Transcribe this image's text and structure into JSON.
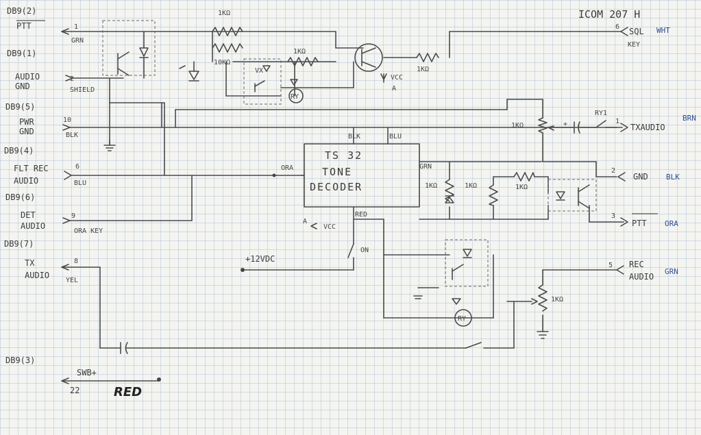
{
  "radio": {
    "title": "ICOM 207 H"
  },
  "colors": {
    "pencil": "#4a4a4a",
    "blue_ink": "#2f4f9a",
    "grid": "#9db4d8"
  },
  "left_pins": [
    {
      "conn": "DB9(2)",
      "signal": "PTT",
      "pin": "1",
      "wire": "GRN"
    },
    {
      "conn": "DB9(1)",
      "signal_top": "AUDIO",
      "signal_bottom": "GND",
      "pin": "2",
      "wire": "SHIELD"
    },
    {
      "conn": "DB9(5)",
      "signal_top": "PWR",
      "signal_bottom": "GND",
      "pin": "10",
      "wire": "BLK"
    },
    {
      "conn": "DB9(4)",
      "signal_top": "FLT REC",
      "signal_bottom": "AUDIO",
      "pin": "6",
      "wire": "BLU"
    },
    {
      "conn": "DB9(6)",
      "signal_top": "DET",
      "signal_bottom": "AUDIO",
      "pin": "9",
      "wire": "ORA KEY"
    },
    {
      "conn": "DB9(7)",
      "signal_top": "TX",
      "signal_bottom": "AUDIO",
      "pin": "8",
      "wire": "YEL"
    },
    {
      "conn": "DB9(3)",
      "signal": "SWB+",
      "pin": "22",
      "wire": "RED"
    }
  ],
  "right_pins": [
    {
      "pin": "6",
      "signal": "SQL",
      "wire": "WHT",
      "note": "KEY"
    },
    {
      "pin": "1",
      "signal": "TXAUDIO",
      "wire": "BRN",
      "relay": "RY1"
    },
    {
      "pin": "2",
      "signal": "GND",
      "wire": "BLK"
    },
    {
      "pin": "3",
      "signal": "PTT",
      "wire": "ORA"
    },
    {
      "pin": "5",
      "signal_top": "REC",
      "signal_bottom": "AUDIO",
      "wire": "GRN"
    }
  ],
  "decoder": {
    "line1": "TS 32",
    "line2": "TONE",
    "line3": "DECODER",
    "pin_blk": "BLK",
    "pin_blu": "BLU",
    "pin_grn": "GRN",
    "pin_red": "RED",
    "pin_ora": "ORA"
  },
  "resistors": {
    "r1": "1KΩ",
    "r2": "10KΩ",
    "r3": "1KΩ",
    "r4": "1KΩ",
    "r5": "1KΩ",
    "r6": "1KΩ",
    "r7": "1KΩ",
    "r8": "1KΩ",
    "r9": "1KΩ"
  },
  "labels": {
    "vcc": "VCC",
    "a": "A",
    "vcc2": "VCC",
    "a2": "A",
    "v12": "+12VDC",
    "on": "ON",
    "ry": "RY",
    "vx": "VX",
    "plus": "+"
  }
}
